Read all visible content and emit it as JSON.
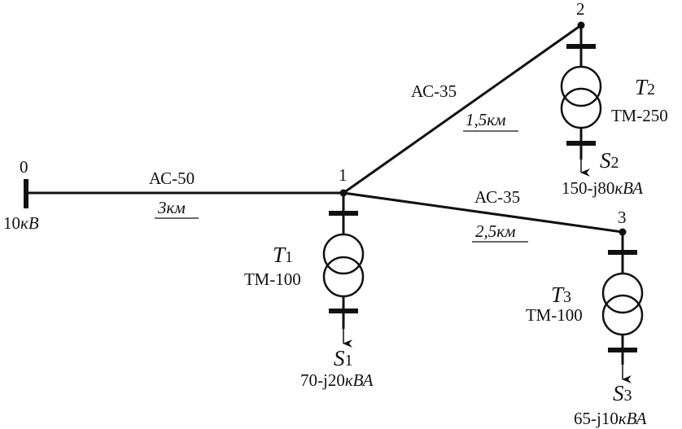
{
  "source": {
    "node": "0",
    "voltage": "10кВ"
  },
  "nodes": {
    "n0": "0",
    "n1": "1",
    "n2": "2",
    "n3": "3"
  },
  "lines": [
    {
      "id": "0-1",
      "type": "АС-50",
      "length": "3км"
    },
    {
      "id": "1-2",
      "type": "АС-35",
      "length": "1,5км"
    },
    {
      "id": "1-3",
      "type": "АС-35",
      "length": "2,5км"
    }
  ],
  "transformers": [
    {
      "label": "T",
      "index": "1",
      "model": "ТМ-100",
      "load_label": "S",
      "load_index": "1",
      "load": "70-j20кВА"
    },
    {
      "label": "T",
      "index": "2",
      "model": "ТМ-250",
      "load_label": "S",
      "load_index": "2",
      "load": "150-j80кВА"
    },
    {
      "label": "T",
      "index": "3",
      "model": "ТМ-100",
      "load_label": "S",
      "load_index": "3",
      "load": "65-j10кВА"
    }
  ]
}
